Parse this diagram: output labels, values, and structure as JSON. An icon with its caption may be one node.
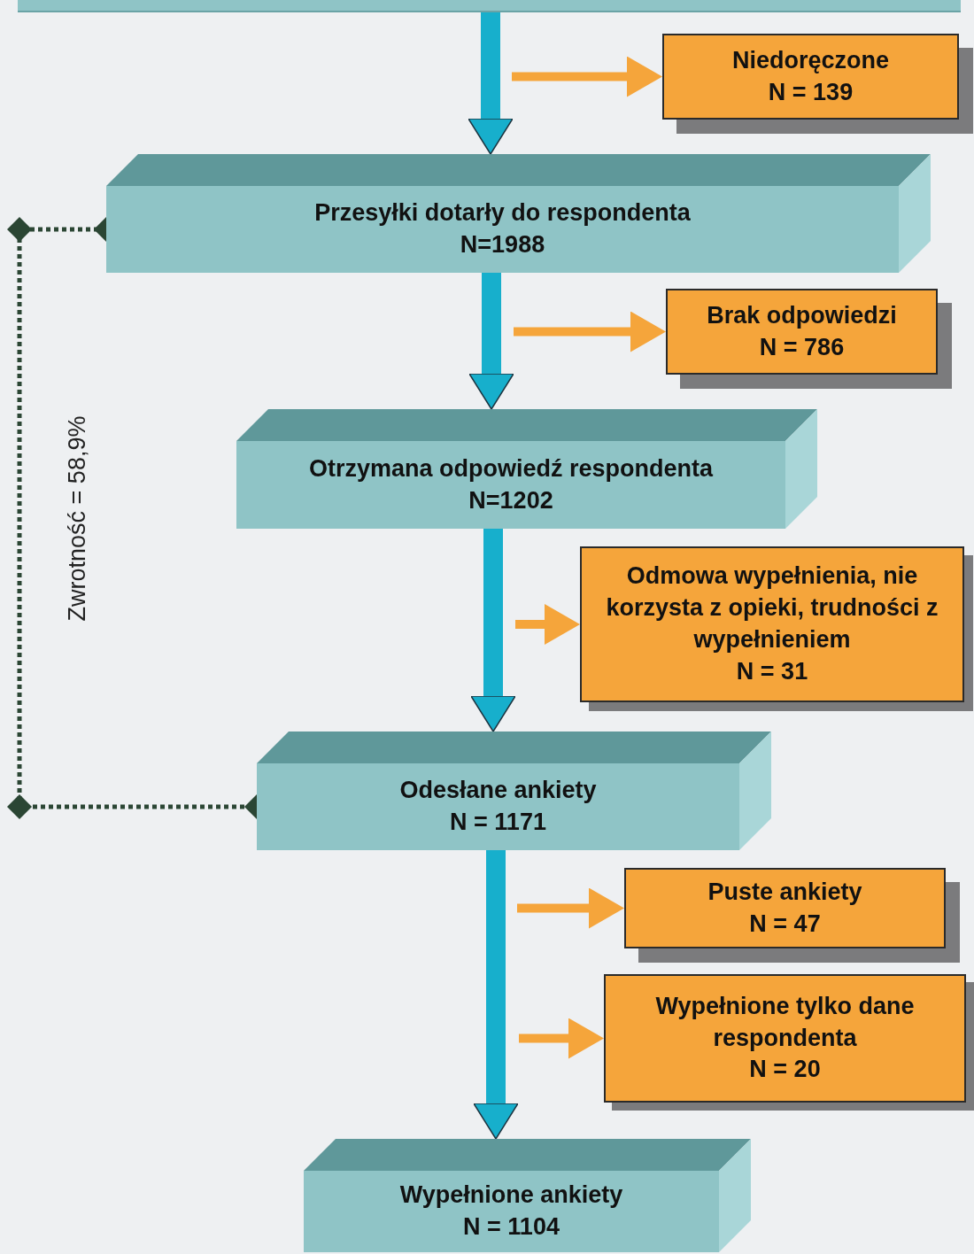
{
  "diagram": {
    "nodes": [
      {
        "text": [],
        "shape": "box"
      },
      {
        "text": [
          "Niedoręczone",
          "N = 139"
        ]
      },
      {
        "text": [
          "Przesyłki dotarły do respondenta",
          "N=1988"
        ]
      },
      {
        "text": [
          "Brak odpowiedzi",
          "N = 786"
        ]
      },
      {
        "text": [
          "Otrzymana odpowiedź respondenta",
          "N=1202"
        ]
      },
      {
        "text": [
          "Odmowa wypełnienia, nie korzysta z opieki, trudności z wypełnieniem",
          "N = 31"
        ]
      },
      {
        "text": [
          "Odesłane ankiety",
          "N = 1171"
        ]
      },
      {
        "text": [
          "Puste ankiety",
          "N = 47"
        ]
      },
      {
        "text": [
          "Wypełnione tylko dane respondenta",
          "N = 20"
        ]
      },
      {
        "text": [
          "Wypełnione ankiety",
          "N = 1104"
        ]
      }
    ],
    "edges": [
      {
        "from": 0,
        "to": 2,
        "arrow": "to",
        "style": "thick",
        "color": "#17afcc"
      },
      {
        "from": null,
        "to": 1,
        "arrow": "to"
      },
      {
        "from": 2,
        "to": 4,
        "arrow": "to",
        "style": "thick",
        "color": "#17afcc"
      },
      {
        "from": null,
        "to": 3,
        "arrow": "to"
      },
      {
        "from": 4,
        "to": 6,
        "arrow": "to",
        "style": "thick",
        "color": "#17afcc"
      },
      {
        "from": null,
        "to": 5,
        "arrow": "to"
      },
      {
        "from": 6,
        "to": 9,
        "arrow": "to",
        "style": "thick",
        "color": "#17afcc"
      },
      {
        "from": null,
        "to": 7,
        "arrow": "to"
      },
      {
        "from": null,
        "to": 8,
        "arrow": "to"
      },
      {
        "from": 2,
        "to": 6,
        "arrow": "other",
        "style": "dashed",
        "color": "#2b4634",
        "label": "Zwrotność = 58,9%"
      }
    ]
  }
}
